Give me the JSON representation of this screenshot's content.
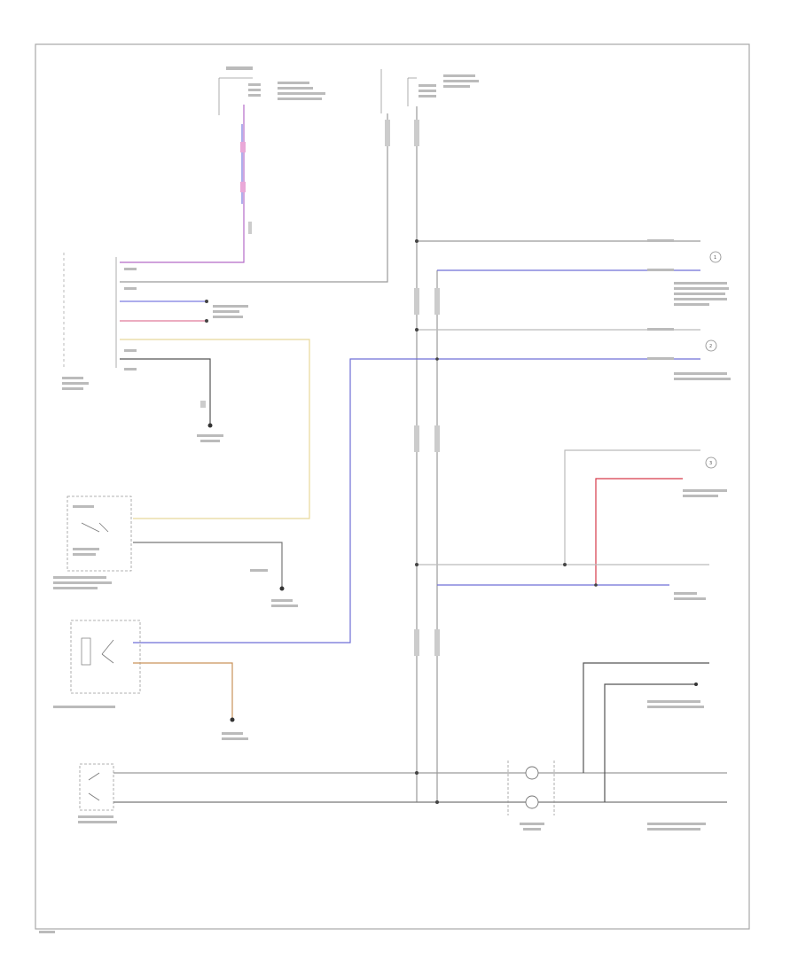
{
  "diagram": {
    "page_number": "",
    "connector_refs": [
      "1",
      "2",
      "3"
    ],
    "colors": {
      "frame": "#a8a8a8",
      "wire_gray": "#9a9a9a",
      "wire_dark": "#555555",
      "wire_blue": "#6f6fd6",
      "wire_pink": "#d062b8",
      "wire_red": "#d63a4a",
      "wire_yellow": "#e8d89a",
      "wire_orange": "#c9925a",
      "text": "#555555"
    }
  }
}
